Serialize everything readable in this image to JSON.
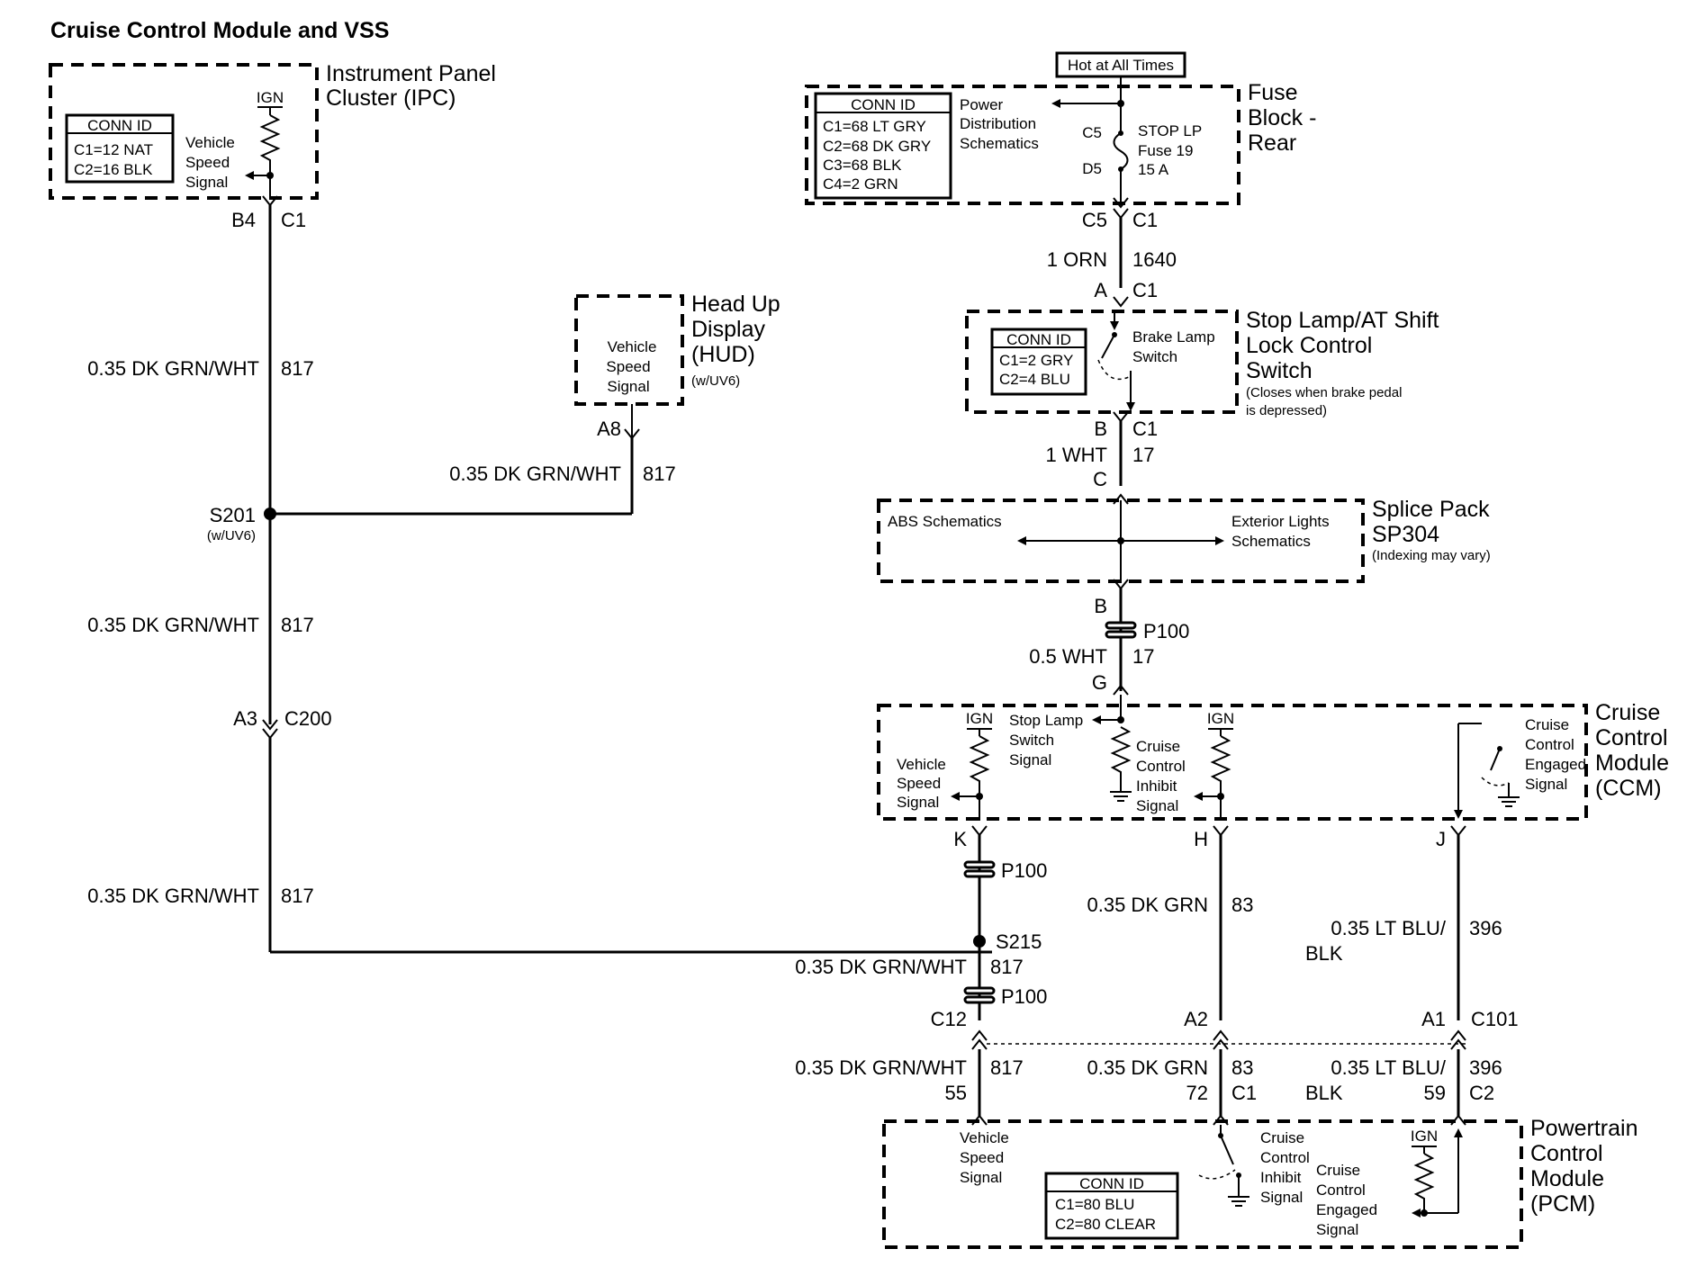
{
  "title": "Cruise Control Module and VSS",
  "ipc": {
    "name_l1": "Instrument Panel",
    "name_l2": "Cluster (IPC)",
    "ign": "IGN",
    "conn_header": "CONN ID",
    "conn_c1": "C1=12 NAT",
    "conn_c2": "C2=16 BLK",
    "signal_l1": "Vehicle",
    "signal_l2": "Speed",
    "signal_l3": "Signal",
    "pin": "B4",
    "conn": "C1"
  },
  "hud": {
    "name_l1": "Head Up",
    "name_l2": "Display",
    "name_l3": "(HUD)",
    "name_l4": "(w/UV6)",
    "signal_l1": "Vehicle",
    "signal_l2": "Speed",
    "signal_l3": "Signal",
    "pin": "A8"
  },
  "wires_left": {
    "w1_color": "0.35 DK GRN/WHT",
    "w1_circuit": "817",
    "w2_color": "0.35 DK GRN/WHT",
    "w2_circuit": "817",
    "w3_color": "0.35 DK GRN/WHT",
    "w3_circuit": "817",
    "w4_color": "0.35 DK GRN/WHT",
    "w4_circuit": "817"
  },
  "s201": {
    "label": "S201",
    "sub": "(w/UV6)"
  },
  "c200": {
    "pin": "A3",
    "conn": "C200"
  },
  "fuse_block": {
    "hot": "Hot at All Times",
    "name_l1": "Fuse",
    "name_l2": "Block -",
    "name_l3": "Rear",
    "conn_header": "CONN ID",
    "conn_c1": "C1=68 LT GRY",
    "conn_c2": "C2=68 DK GRY",
    "conn_c3": "C3=68 BLK",
    "conn_c4": "C4=2 GRN",
    "pds_l1": "Power",
    "pds_l2": "Distribution",
    "pds_l3": "Schematics",
    "c5": "C5",
    "d5": "D5",
    "fuse_l1": "STOP LP",
    "fuse_l2": "Fuse 19",
    "fuse_l3": "15 A",
    "pin": "C5",
    "conn": "C1"
  },
  "wire_orn": {
    "color": "1 ORN",
    "circuit": "1640"
  },
  "stop_switch": {
    "pin_top": "A",
    "conn_top": "C1",
    "name_l1": "Stop Lamp/AT Shift",
    "name_l2": "Lock Control",
    "name_l3": "Switch",
    "note_l1": "(Closes when brake pedal",
    "note_l2": "is depressed)",
    "conn_header": "CONN ID",
    "conn_c1": "C1=2 GRY",
    "conn_c2": "C2=4 BLU",
    "sw_l1": "Brake Lamp",
    "sw_l2": "Switch",
    "pin_bot": "B",
    "conn_bot": "C1"
  },
  "wire_wht1": {
    "color": "1 WHT",
    "circuit": "17",
    "pin": "C"
  },
  "splice_pack": {
    "left_label": "ABS Schematics",
    "right_l1": "Exterior Lights",
    "right_l2": "Schematics",
    "name_l1": "Splice Pack",
    "name_l2": "SP304",
    "note": "(Indexing may vary)",
    "pin_bot": "B"
  },
  "p100_top": {
    "label": "P100"
  },
  "wire_wht05": {
    "color": "0.5 WHT",
    "circuit": "17",
    "pin": "G"
  },
  "ccm": {
    "name_l1": "Cruise",
    "name_l2": "Control",
    "name_l3": "Module",
    "name_l4": "(CCM)",
    "ign1": "IGN",
    "ign2": "IGN",
    "vss_l1": "Vehicle",
    "vss_l2": "Speed",
    "vss_l3": "Signal",
    "sls_l1": "Stop Lamp",
    "sls_l2": "Switch",
    "sls_l3": "Signal",
    "cci_l1": "Cruise",
    "cci_l2": "Control",
    "cci_l3": "Inhibit",
    "cci_l4": "Signal",
    "cce_l1": "Cruise",
    "cce_l2": "Control",
    "cce_l3": "Engaged",
    "cce_l4": "Signal",
    "pin_k": "K",
    "pin_h": "H",
    "pin_j": "J"
  },
  "p100_mid": {
    "label": "P100"
  },
  "wire_83": {
    "color": "0.35 DK GRN",
    "circuit": "83"
  },
  "wire_396": {
    "color_l1": "0.35 LT BLU/",
    "color_l2": "BLK",
    "circuit": "396"
  },
  "s215": {
    "label": "S215"
  },
  "wire_817b": {
    "color": "0.35 DK GRN/WHT",
    "circuit": "817"
  },
  "p100_bot": {
    "label": "P100"
  },
  "c101": {
    "pin_c12": "C12",
    "pin_a2": "A2",
    "pin_a1": "A1",
    "conn": "C101"
  },
  "pcm_wires": {
    "w817_color": "0.35 DK GRN/WHT",
    "w817_circuit": "817",
    "w817_pin": "55",
    "w83_color": "0.35 DK GRN",
    "w83_circuit": "83",
    "w83_pin": "72",
    "w83_conn": "C1",
    "w396_color_l1": "0.35 LT BLU/",
    "w396_color_l2": "BLK",
    "w396_circuit": "396",
    "w396_pin": "59",
    "w396_conn": "C2"
  },
  "pcm": {
    "name_l1": "Powertrain",
    "name_l2": "Control",
    "name_l3": "Module",
    "name_l4": "(PCM)",
    "vss_l1": "Vehicle",
    "vss_l2": "Speed",
    "vss_l3": "Signal",
    "conn_header": "CONN ID",
    "conn_c1": "C1=80 BLU",
    "conn_c2": "C2=80 CLEAR",
    "cci_l1": "Cruise",
    "cci_l2": "Control",
    "cci_l3": "Inhibit",
    "cci_l4": "Signal",
    "cce_l1": "Cruise",
    "cce_l2": "Control",
    "cce_l3": "Engaged",
    "cce_l4": "Signal",
    "ign": "IGN"
  }
}
